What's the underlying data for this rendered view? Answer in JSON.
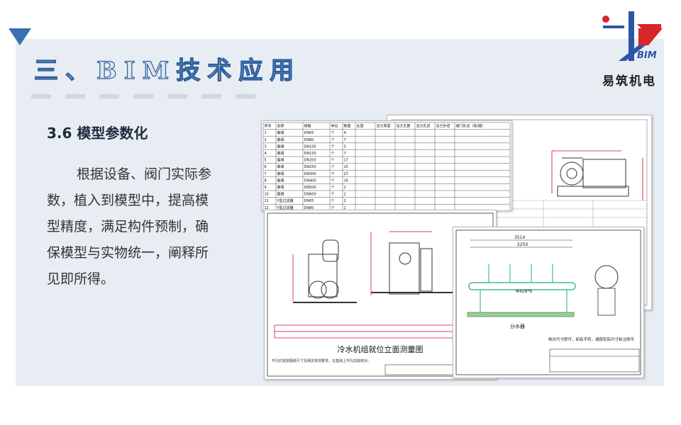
{
  "header": {
    "title": "三、BIM技术应用"
  },
  "logo": {
    "brand_text": "易筑机电",
    "mark_text": "BIM",
    "colors": {
      "blue": "#2b56a6",
      "red": "#d8262b"
    }
  },
  "section": {
    "subtitle": "3.6 模型参数化",
    "paragraph": "根据设备、阀门实际参数，植入到模型中，提高模型精度，满足构件预制，确保模型与实物统一，阐释所见即所得。"
  },
  "table": {
    "headers": [
      "序号",
      "名称",
      "规格",
      "单位",
      "数量",
      "长度",
      "法兰厚度",
      "法兰孔数",
      "法兰孔径",
      "法兰外径",
      "阀门形式（软/硬）"
    ],
    "rows": [
      [
        "1",
        "蝶阀",
        "DN65",
        "个",
        "4"
      ],
      [
        "2",
        "蝶阀",
        "DN80",
        "个",
        "7"
      ],
      [
        "3",
        "蝶阀",
        "DN100",
        "个",
        "3"
      ],
      [
        "4",
        "蝶阀",
        "DN150",
        "个",
        "7"
      ],
      [
        "5",
        "蝶阀",
        "DN200",
        "个",
        "17"
      ],
      [
        "6",
        "蝶阀",
        "DN250",
        "个",
        "15"
      ],
      [
        "7",
        "蝶阀",
        "DN300",
        "个",
        "27"
      ],
      [
        "8",
        "蝶阀",
        "DN400",
        "个",
        "16"
      ],
      [
        "9",
        "蝶阀",
        "DN500",
        "个",
        "2"
      ],
      [
        "10",
        "蝶阀",
        "DN600",
        "个",
        "2"
      ],
      [
        "11",
        "Y型过滤器",
        "DN65",
        "个",
        "2"
      ],
      [
        "12",
        "Y型过滤器",
        "DN80",
        "个",
        "1"
      ]
    ]
  },
  "drawings": {
    "chiller_title": "冷水机组就位立面测量图",
    "chiller_note": "开孔时需按图纸尺寸及相关规范要求，在基础上开孔前需核对。",
    "distributor_label": "分水器",
    "dim_total": "3514",
    "dim_inner": "2250",
    "dim_pipe": "Φ426*9",
    "distributor_note": "核对尺寸即可，如有不符，请按实际尺寸标注即可"
  }
}
